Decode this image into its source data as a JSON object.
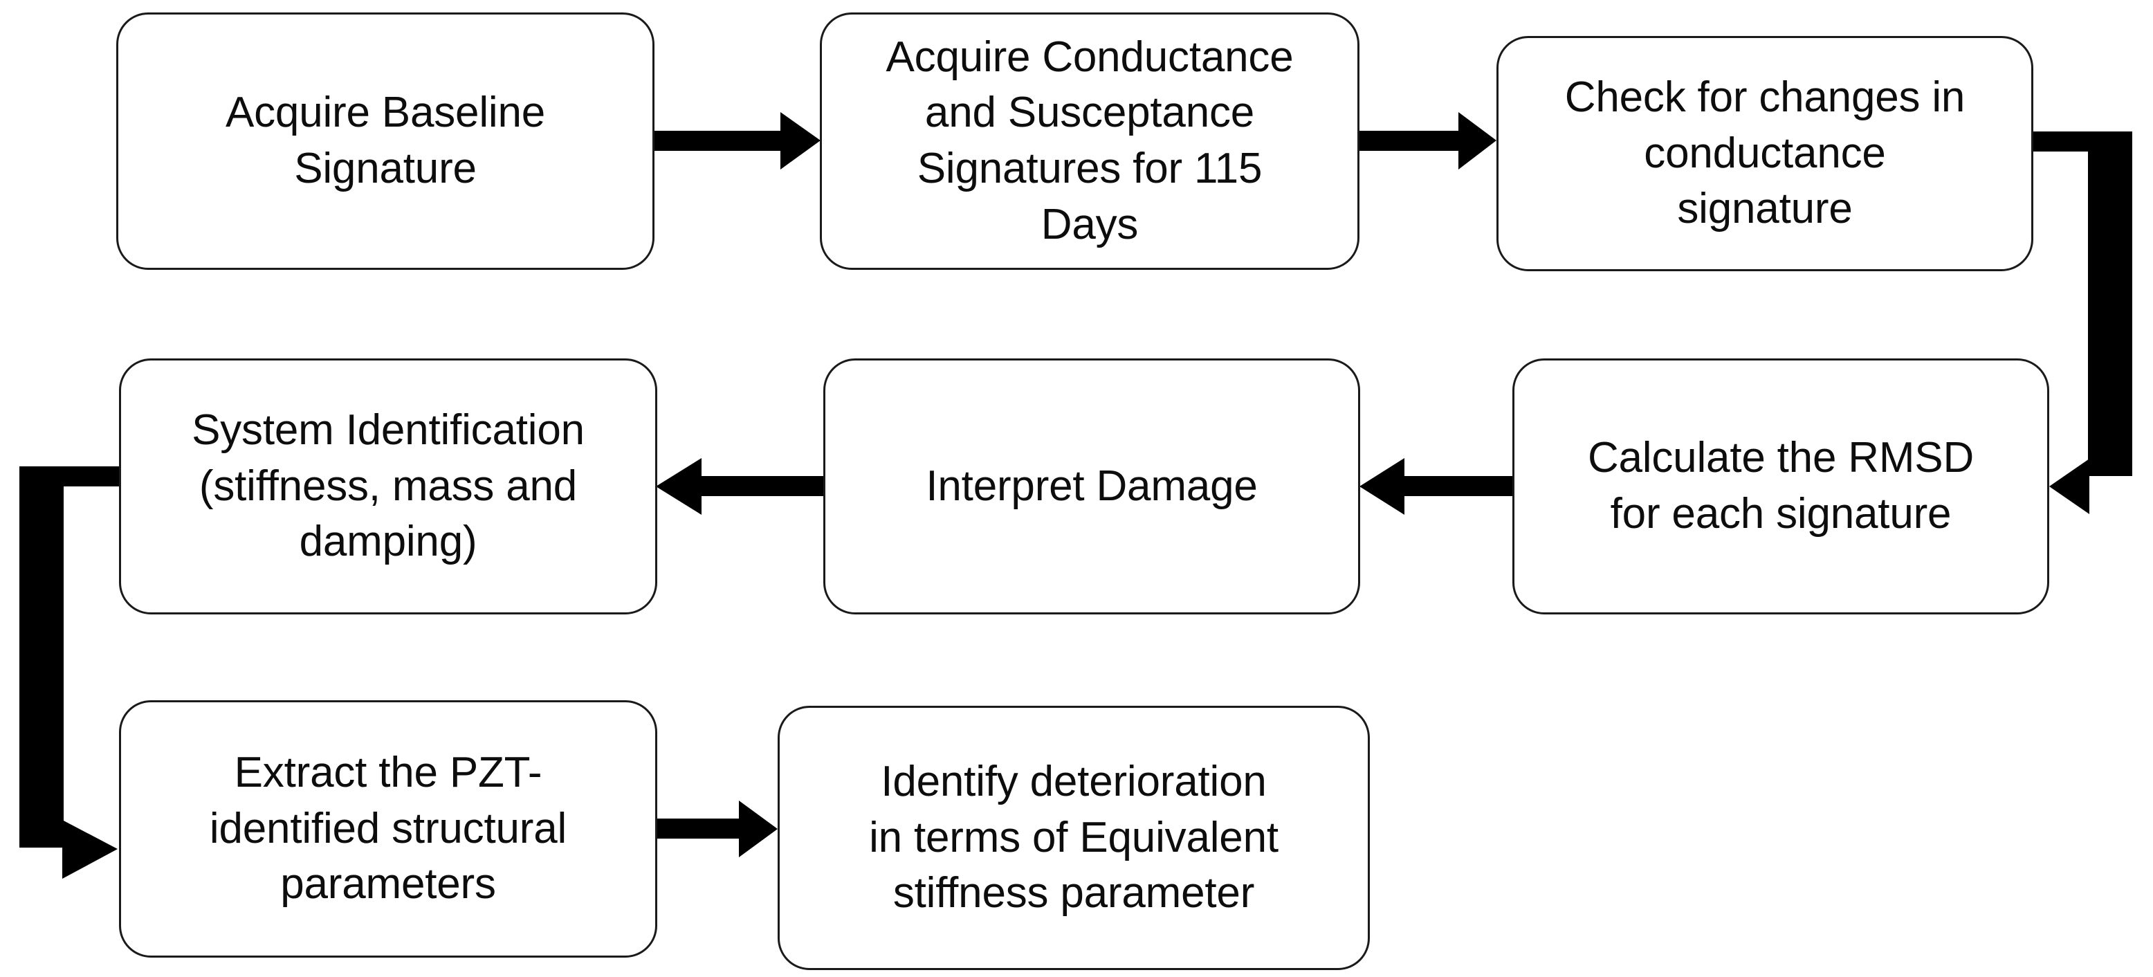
{
  "diagram": {
    "type": "flowchart",
    "title": "",
    "background_color": "#ffffff",
    "box_border_color": "#1a1a1a",
    "arrow_color": "#000000",
    "text_color": "#0d0d0d",
    "nodes": [
      {
        "id": "n1",
        "label": "Acquire Baseline\nSignature"
      },
      {
        "id": "n2",
        "label": "Acquire Conductance\nand Susceptance\nSignatures for 115\nDays"
      },
      {
        "id": "n3",
        "label": "Check for changes in\nconductance\nsignature"
      },
      {
        "id": "n4",
        "label": "Calculate the RMSD\nfor each signature"
      },
      {
        "id": "n5",
        "label": "Interpret Damage"
      },
      {
        "id": "n6",
        "label": "System Identification\n(stiffness, mass and\ndamping)"
      },
      {
        "id": "n7",
        "label": "Extract the PZT-\nidentified structural\nparameters"
      },
      {
        "id": "n8",
        "label": "Identify deterioration\nin terms of Equivalent\nstiffness parameter"
      }
    ],
    "edges": [
      {
        "id": "e1",
        "from": "n1",
        "to": "n2",
        "shape": "straight-right"
      },
      {
        "id": "e2",
        "from": "n2",
        "to": "n3",
        "shape": "straight-right"
      },
      {
        "id": "e3",
        "from": "n3",
        "to": "n4",
        "shape": "elbow-right-down"
      },
      {
        "id": "e4",
        "from": "n4",
        "to": "n5",
        "shape": "straight-left"
      },
      {
        "id": "e5",
        "from": "n5",
        "to": "n6",
        "shape": "straight-left"
      },
      {
        "id": "e6",
        "from": "n6",
        "to": "n7",
        "shape": "elbow-left-down"
      },
      {
        "id": "e7",
        "from": "n7",
        "to": "n8",
        "shape": "straight-right"
      }
    ]
  }
}
